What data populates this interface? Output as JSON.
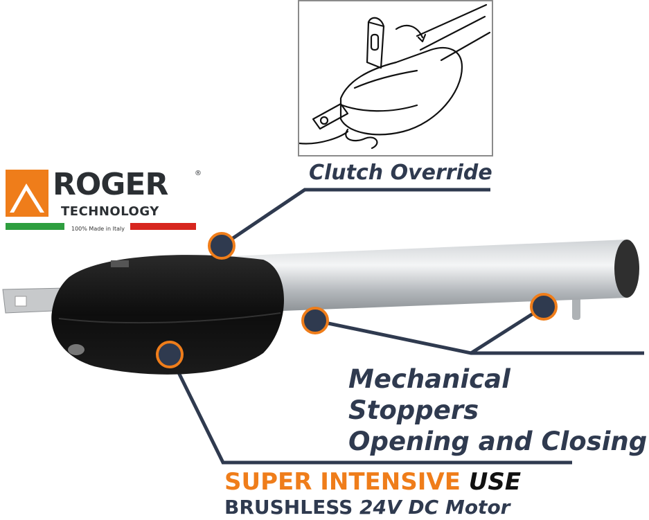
{
  "logo": {
    "brand": "ROGER",
    "registered": "®",
    "sub": "TECHNOLOGY",
    "made_in": "100% Made in Italy",
    "colors": {
      "orange": "#ef7d1a",
      "dark": "#2b2f33",
      "green": "#2e9e3f",
      "red": "#d7261e"
    }
  },
  "callouts": {
    "clutch": "Clutch Override",
    "stoppers_line1": "Mechanical Stoppers",
    "stoppers_line2": "Opening and Closing",
    "motor_super": "SUPER INTENSIVE",
    "motor_use": "USE",
    "motor_brushless": "BRUSHLESS",
    "motor_spec": "24V DC Motor"
  },
  "colors": {
    "accent": "#ef7d1a",
    "navy": "#2f3a4f",
    "marker_fill": "#2f3a4f",
    "marker_ring": "#ef7d1a"
  }
}
